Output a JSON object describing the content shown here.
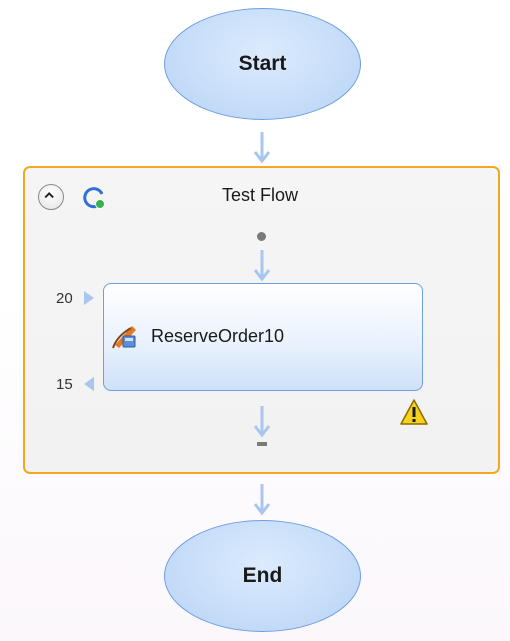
{
  "start_node": {
    "label": "Start"
  },
  "end_node": {
    "label": "End"
  },
  "group": {
    "title": "Test Flow",
    "collapse_icon": "chevron-up-icon",
    "status_icon": "loop-running-icon"
  },
  "step": {
    "label": "ReserveOrder10",
    "icon": "service-call-icon",
    "warning_icon": "warning-icon",
    "incoming_count": "20",
    "outgoing_count": "15"
  },
  "colors": {
    "node_border": "#6f9fe0",
    "node_fill": "#c8def9",
    "group_border": "#f4a720",
    "connector": "#a9c6ee",
    "warning": "#f6d21c"
  }
}
